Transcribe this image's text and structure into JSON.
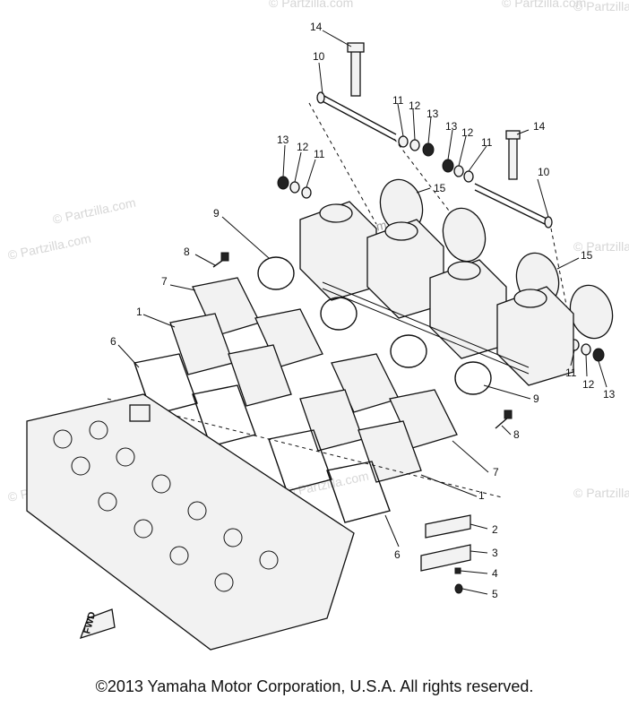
{
  "watermarks": [
    "© Partzilla.com",
    "© Partzilla.com",
    "© Partzilla.com",
    "© Partzilla.com",
    "© Partzilla.com",
    "© Partzilla.com",
    "© Partzilla.com",
    "© Partzilla.com",
    "© Partzilla.com",
    "© Partzilla.com"
  ],
  "callouts": [
    {
      "label": "14"
    },
    {
      "label": "10"
    },
    {
      "label": "11"
    },
    {
      "label": "12"
    },
    {
      "label": "13"
    },
    {
      "label": "13"
    },
    {
      "label": "12"
    },
    {
      "label": "11"
    },
    {
      "label": "14"
    },
    {
      "label": "10"
    },
    {
      "label": "13"
    },
    {
      "label": "12"
    },
    {
      "label": "11"
    },
    {
      "label": "15"
    },
    {
      "label": "9"
    },
    {
      "label": "8"
    },
    {
      "label": "7"
    },
    {
      "label": "1"
    },
    {
      "label": "6"
    },
    {
      "label": "15"
    },
    {
      "label": "11"
    },
    {
      "label": "12"
    },
    {
      "label": "13"
    },
    {
      "label": "9"
    },
    {
      "label": "8"
    },
    {
      "label": "7"
    },
    {
      "label": "1"
    },
    {
      "label": "2"
    },
    {
      "label": "3"
    },
    {
      "label": "4"
    },
    {
      "label": "5"
    },
    {
      "label": "6"
    }
  ],
  "fwd_label": "FWD",
  "copyright": "©2013 Yamaha Motor Corporation, U.S.A. All rights reserved."
}
